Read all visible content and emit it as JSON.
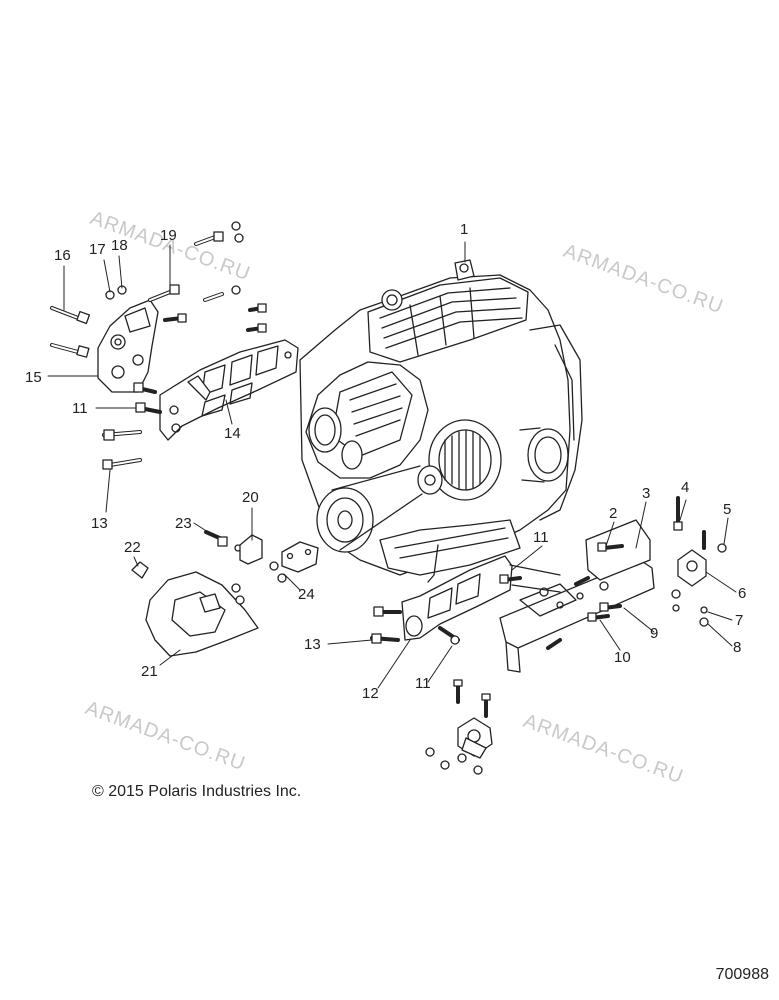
{
  "watermark": "ARMADA-CO.RU",
  "copyright": "© 2015 Polaris Industries Inc.",
  "figure_id": "700988",
  "callouts": [
    "1",
    "2",
    "3",
    "4",
    "5",
    "6",
    "7",
    "8",
    "9",
    "10",
    "11",
    "11",
    "11",
    "12",
    "13",
    "13",
    "14",
    "15",
    "16",
    "17",
    "18",
    "19",
    "20",
    "21",
    "22",
    "23",
    "24"
  ]
}
